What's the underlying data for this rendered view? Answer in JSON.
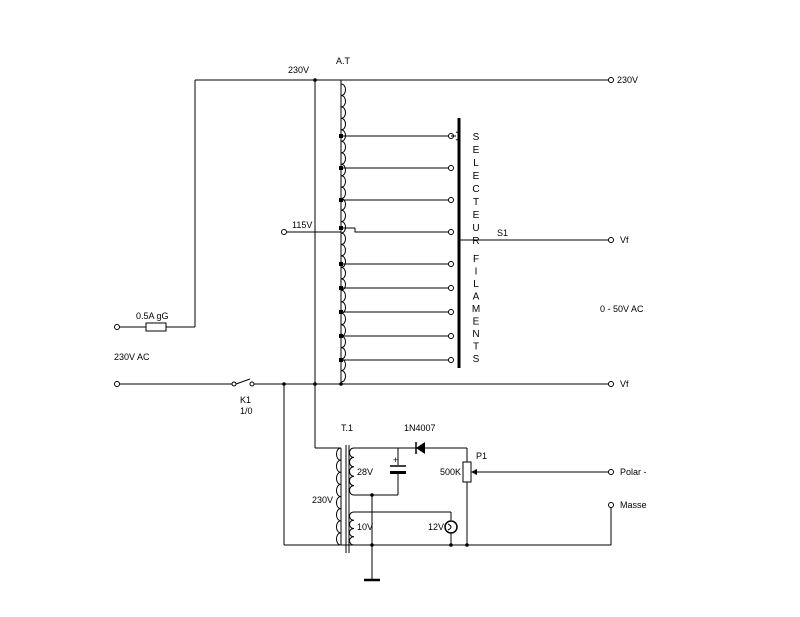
{
  "labels": {
    "at": "A.T",
    "in_230_top": "230V",
    "out_230": "230V",
    "tap_115": "115V",
    "fuse": "0.5A gG",
    "mains": "230V AC",
    "switch_name": "K1",
    "switch_state": "1/0",
    "selector_tap": "S1",
    "vf_top": "Vf",
    "vf_bottom": "Vf",
    "range": "0 - 50V AC",
    "t1": "T.1",
    "diode": "1N4007",
    "pot": "P1",
    "pot_value": "500K",
    "sec_28": "28V",
    "primary_t1": "230V",
    "sec_10": "10V",
    "lamp": "12V",
    "polar": "Polar -",
    "masse": "Masse"
  },
  "vertical_words": {
    "selecteur": "SELECTEUR",
    "filaments": "FILAMENTS"
  }
}
